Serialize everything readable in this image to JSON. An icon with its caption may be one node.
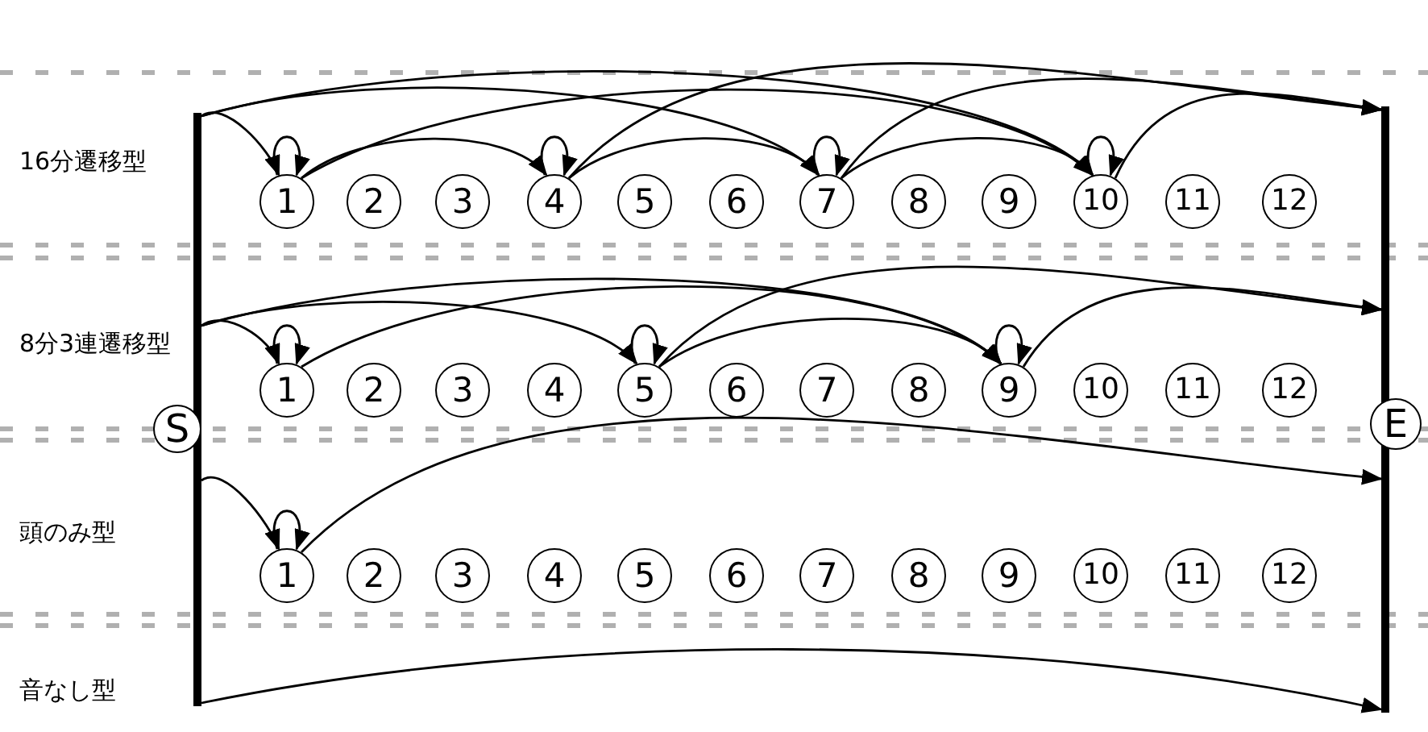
{
  "diagram": {
    "nodes": [
      {
        "text": [],
        "shape": "bar"
      },
      {
        "text": [
          "S"
        ]
      },
      {
        "text": [
          "1"
        ]
      },
      {
        "text": [
          "2"
        ]
      },
      {
        "text": [
          "3"
        ]
      },
      {
        "text": [
          "4"
        ]
      },
      {
        "text": [
          "5"
        ]
      },
      {
        "text": [
          "6"
        ]
      },
      {
        "text": [
          "7"
        ]
      },
      {
        "text": [
          "8"
        ]
      },
      {
        "text": [
          "9"
        ]
      },
      {
        "text": [
          "10"
        ]
      },
      {
        "text": [
          "11"
        ]
      },
      {
        "text": [
          "12"
        ]
      },
      {
        "text": [
          "1"
        ]
      },
      {
        "text": [
          "2"
        ]
      },
      {
        "text": [
          "3"
        ]
      },
      {
        "text": [
          "4"
        ]
      },
      {
        "text": [
          "5"
        ]
      },
      {
        "text": [
          "6"
        ]
      },
      {
        "text": [
          "7"
        ]
      },
      {
        "text": [
          "8"
        ]
      },
      {
        "text": [
          "9"
        ]
      },
      {
        "text": [
          "10"
        ]
      },
      {
        "text": [
          "11"
        ]
      },
      {
        "text": [
          "12"
        ]
      },
      {
        "text": [
          "1"
        ]
      },
      {
        "text": [
          "2"
        ]
      },
      {
        "text": [
          "3"
        ]
      },
      {
        "text": [
          "4"
        ]
      },
      {
        "text": [
          "5"
        ]
      },
      {
        "text": [
          "6"
        ]
      },
      {
        "text": [
          "7"
        ]
      },
      {
        "text": [
          "8"
        ]
      },
      {
        "text": [
          "9"
        ]
      },
      {
        "text": [
          "10"
        ]
      },
      {
        "text": [
          "11"
        ]
      },
      {
        "text": [
          "12"
        ]
      },
      {
        "text": [],
        "shape": "bar"
      },
      {
        "text": [
          "E"
        ]
      }
    ],
    "edges": [
      {
        "from": 0,
        "to": 2,
        "arrow": "to"
      },
      {
        "from": 0,
        "to": 8,
        "arrow": "to"
      },
      {
        "from": 0,
        "to": 11,
        "arrow": "to"
      },
      {
        "from": 2,
        "to": 2,
        "arrow": "to"
      },
      {
        "from": 2,
        "to": 5,
        "arrow": "to"
      },
      {
        "from": 2,
        "to": 11,
        "arrow": "to"
      },
      {
        "from": 5,
        "to": 5,
        "arrow": "to"
      },
      {
        "from": 5,
        "to": 8,
        "arrow": "to"
      },
      {
        "from": 5,
        "to": 38,
        "arrow": "to"
      },
      {
        "from": 8,
        "to": 8,
        "arrow": "to"
      },
      {
        "from": 8,
        "to": 11,
        "arrow": "to"
      },
      {
        "from": 8,
        "to": 38,
        "arrow": "to"
      },
      {
        "from": 11,
        "to": 11,
        "arrow": "to"
      },
      {
        "from": 11,
        "to": 38,
        "arrow": "to"
      },
      {
        "from": 0,
        "to": 14,
        "arrow": "to"
      },
      {
        "from": 0,
        "to": 18,
        "arrow": "to"
      },
      {
        "from": 0,
        "to": 22,
        "arrow": "to"
      },
      {
        "from": 14,
        "to": 14,
        "arrow": "to"
      },
      {
        "from": 14,
        "to": 22,
        "arrow": "to"
      },
      {
        "from": 18,
        "to": 18,
        "arrow": "to"
      },
      {
        "from": 18,
        "to": 22,
        "arrow": "to"
      },
      {
        "from": 18,
        "to": 38,
        "arrow": "to"
      },
      {
        "from": 22,
        "to": 22,
        "arrow": "to"
      },
      {
        "from": 22,
        "to": 38,
        "arrow": "to"
      },
      {
        "from": 0,
        "to": 26,
        "arrow": "to"
      },
      {
        "from": 26,
        "to": 26,
        "arrow": "to"
      },
      {
        "from": 26,
        "to": 38,
        "arrow": "to"
      },
      {
        "from": 0,
        "to": 38,
        "arrow": "to"
      }
    ],
    "labels": [
      "16分遷移型",
      "8分3連遷移型",
      "頭のみ型",
      "音なし型"
    ]
  }
}
